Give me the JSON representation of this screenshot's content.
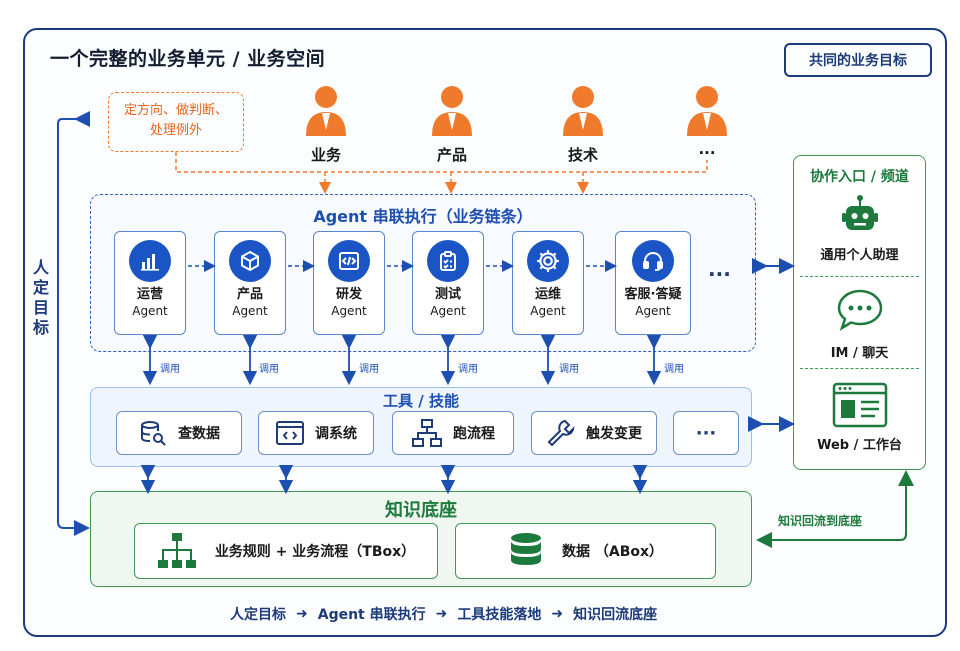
{
  "title": "一个完整的业务单元 / 业务空间",
  "goal_badge": "共同的业务目标",
  "left_label": [
    "人",
    "定",
    "目",
    "标"
  ],
  "decision_note": [
    "定方向、做判断、",
    "处理例外"
  ],
  "people": [
    {
      "label": "业务",
      "icon": "person-icon"
    },
    {
      "label": "产品",
      "icon": "person-icon"
    },
    {
      "label": "技术",
      "icon": "person-icon"
    },
    {
      "label": "···",
      "icon": "person-icon"
    }
  ],
  "chain": {
    "title": "Agent 串联执行（业务链条）",
    "agents": [
      {
        "name": "运营",
        "sub": "Agent",
        "icon": "bar-chart-icon"
      },
      {
        "name": "产品",
        "sub": "Agent",
        "icon": "cube-icon"
      },
      {
        "name": "研发",
        "sub": "Agent",
        "icon": "code-icon"
      },
      {
        "name": "测试",
        "sub": "Agent",
        "icon": "clipboard-check-icon"
      },
      {
        "name": "运维",
        "sub": "Agent",
        "icon": "gear-icon"
      },
      {
        "name": "客服·答疑",
        "sub": "Agent",
        "icon": "headset-icon"
      }
    ],
    "more": "···"
  },
  "call_label": "调用",
  "tools": {
    "title": "工具 / 技能",
    "items": [
      {
        "label": "查数据",
        "icon": "database-search-icon"
      },
      {
        "label": "调系统",
        "icon": "code-window-icon"
      },
      {
        "label": "跑流程",
        "icon": "flowchart-icon"
      },
      {
        "label": "触发变更",
        "icon": "wrench-icon"
      }
    ],
    "more": "···"
  },
  "knowledge": {
    "title": "知识底座",
    "items": [
      {
        "label": "业务规则 + 业务流程（TBox）",
        "icon": "hierarchy-icon"
      },
      {
        "label": "数据 （ABox）",
        "icon": "database-icon"
      }
    ]
  },
  "channels": {
    "title": "协作入口 / 频道",
    "items": [
      {
        "label": "通用个人助理",
        "icon": "robot-icon"
      },
      {
        "label": "IM / 聊天",
        "icon": "chat-bubble-icon"
      },
      {
        "label": "Web / 工作台",
        "icon": "web-window-icon"
      }
    ]
  },
  "backflow_label": "知识回流到底座",
  "flow": [
    "人定目标",
    "Agent 串联执行",
    "工具技能落地",
    "知识回流底座"
  ],
  "colors": {
    "navy": "#1d3a7a",
    "blue": "#1b55c5",
    "orange": "#f07a2c",
    "green": "#1e7a3c"
  }
}
